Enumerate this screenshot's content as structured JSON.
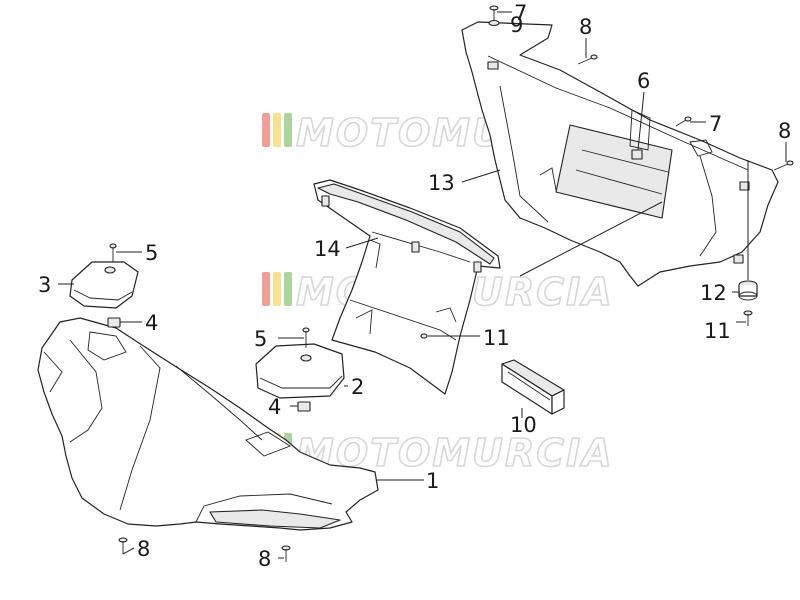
{
  "diagram": {
    "watermarks": [
      {
        "id": "wm-top",
        "text": "MOTOMURCIA"
      },
      {
        "id": "wm-middle",
        "text": "MOTOMURCIA"
      },
      {
        "id": "wm-bottom",
        "text": "MOTOMURCIA"
      }
    ],
    "callouts": [
      {
        "id": "c7a",
        "text": "7"
      },
      {
        "id": "c9",
        "text": "9"
      },
      {
        "id": "c8a",
        "text": "8"
      },
      {
        "id": "c6",
        "text": "6"
      },
      {
        "id": "c7b",
        "text": "7"
      },
      {
        "id": "c8b",
        "text": "8"
      },
      {
        "id": "c13",
        "text": "13"
      },
      {
        "id": "c14",
        "text": "14"
      },
      {
        "id": "c5a",
        "text": "5"
      },
      {
        "id": "c3",
        "text": "3"
      },
      {
        "id": "c4a",
        "text": "4"
      },
      {
        "id": "c12",
        "text": "12"
      },
      {
        "id": "c11a",
        "text": "11"
      },
      {
        "id": "c11b",
        "text": "11"
      },
      {
        "id": "c5b",
        "text": "5"
      },
      {
        "id": "c2",
        "text": "2"
      },
      {
        "id": "c4b",
        "text": "4"
      },
      {
        "id": "c10",
        "text": "10"
      },
      {
        "id": "c1",
        "text": "1"
      },
      {
        "id": "c8c",
        "text": "8"
      },
      {
        "id": "c8d",
        "text": "8"
      }
    ],
    "colors": {
      "stripe_red": "#e23b2e",
      "stripe_yellow": "#f2c21b",
      "stripe_green": "#5aa63c"
    }
  }
}
